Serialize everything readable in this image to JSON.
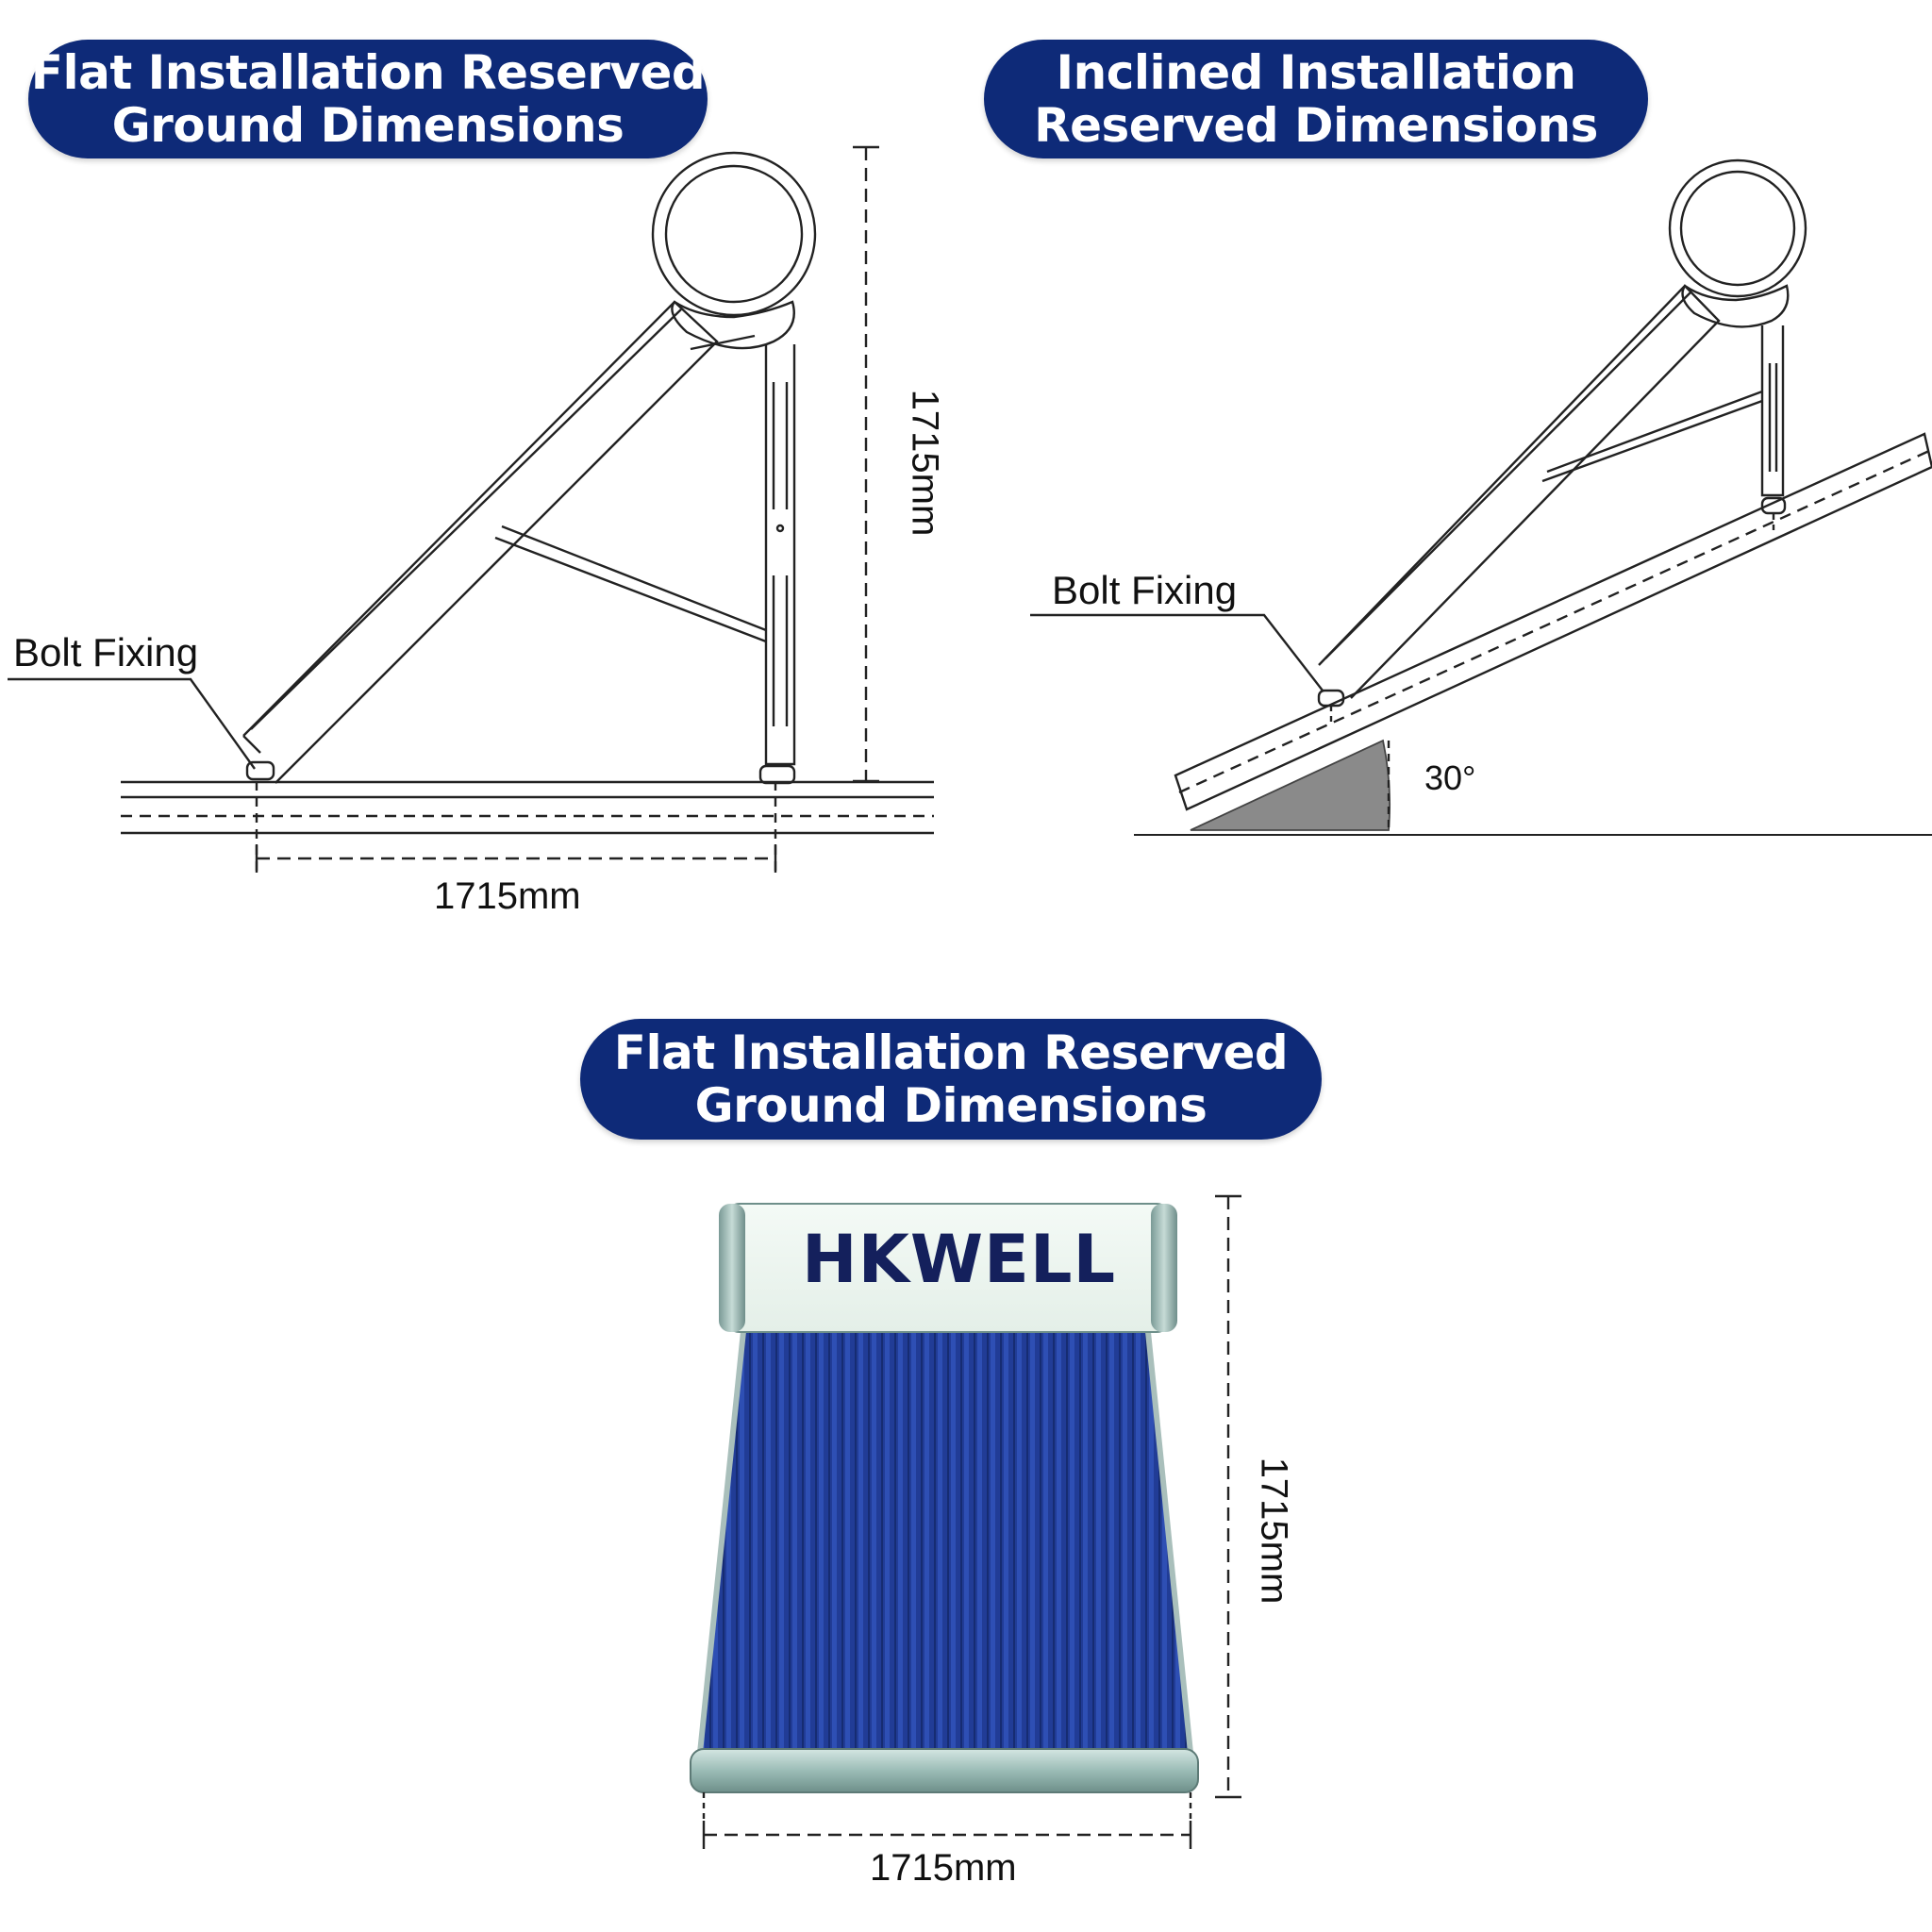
{
  "panels": {
    "flat_top": {
      "title_line1": "Flat Installation Reserved",
      "title_line2": "Ground Dimensions",
      "bolt_label": "Bolt Fixing",
      "height_label": "1715mm",
      "width_label": "1715mm"
    },
    "inclined": {
      "title_line1": "Inclined Installation",
      "title_line2": "Reserved Dimensions",
      "bolt_label": "Bolt Fixing",
      "angle_label": "30°"
    },
    "flat_bottom": {
      "title_line1": "Flat Installation Reserved",
      "title_line2": "Ground Dimensions",
      "brand": "HKWELL",
      "height_label": "1715mm",
      "width_label": "1715mm"
    }
  },
  "colors": {
    "title_bg": "#0e2a78",
    "panel_blue": "#1e3a8f",
    "wedge_gray": "#8a8a8a"
  }
}
